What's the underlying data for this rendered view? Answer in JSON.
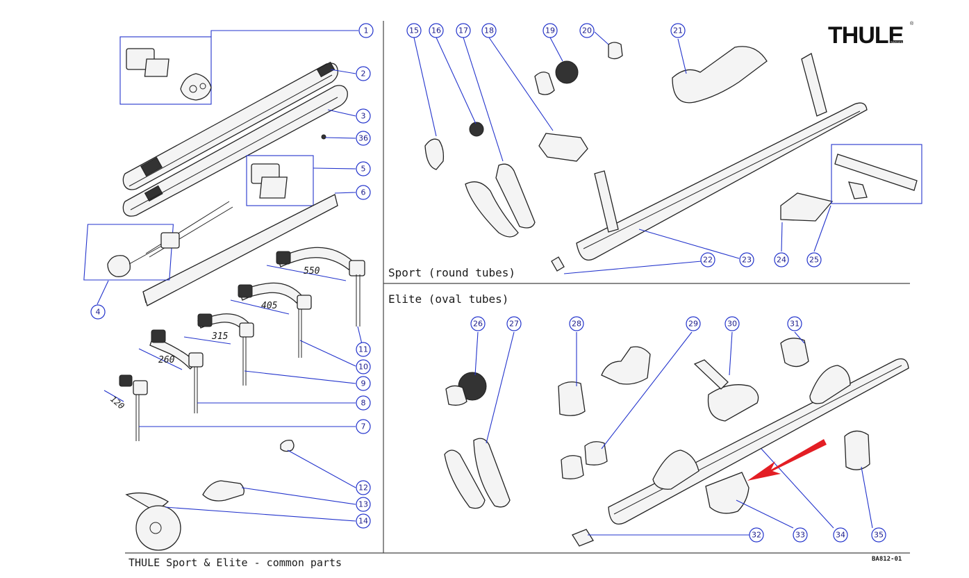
{
  "logo": {
    "brand": "THULE",
    "sub": "SWEDEN",
    "reg": "®"
  },
  "sections": {
    "sport_label": "Sport (round tubes)",
    "elite_label": "Elite (oval tubes)"
  },
  "footer": {
    "title": "THULE Sport & Elite - common parts",
    "code": "BA812-01"
  },
  "dimensions": [
    "550",
    "405",
    "315",
    "260",
    "120"
  ],
  "callouts": [
    "1",
    "2",
    "3",
    "36",
    "5",
    "6",
    "4",
    "11",
    "10",
    "9",
    "8",
    "7",
    "12",
    "13",
    "14",
    "15",
    "16",
    "17",
    "18",
    "19",
    "20",
    "21",
    "22",
    "23",
    "24",
    "25",
    "26",
    "27",
    "28",
    "29",
    "30",
    "31",
    "32",
    "33",
    "34",
    "35"
  ],
  "highlight": {
    "part": "33",
    "color": "#e31e24"
  },
  "colors": {
    "leader": "#2233cc",
    "arrow": "#e31e24"
  }
}
